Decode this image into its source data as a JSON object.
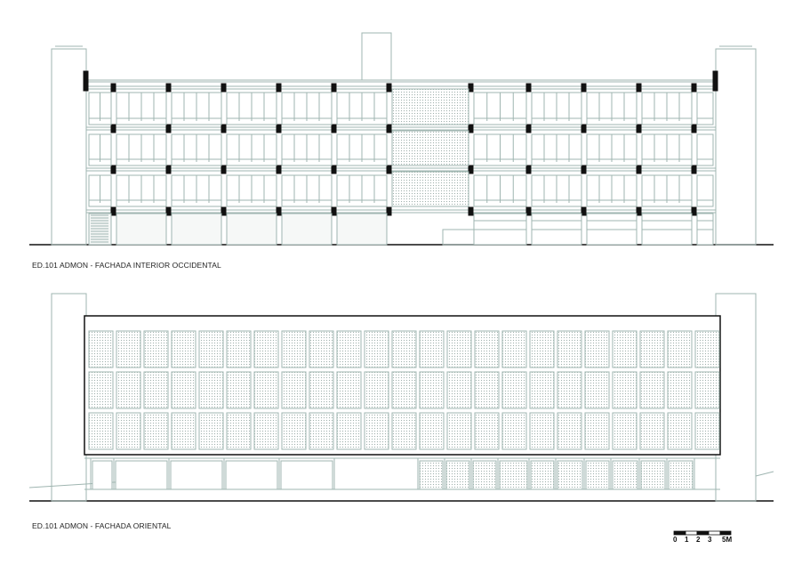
{
  "drawings": [
    {
      "title": "ED.101 ADMON -  FACHADA INTERIOR OCCIDENTAL"
    },
    {
      "title": "ED.101 ADMON -  FACHADA ORIENTAL"
    }
  ],
  "scale_bar": {
    "ticks": [
      "0",
      "1",
      "2",
      "3",
      "5M"
    ]
  },
  "colors": {
    "line": "#9fb5b0",
    "dark": "#111111",
    "panel": "#c9d6d2"
  }
}
